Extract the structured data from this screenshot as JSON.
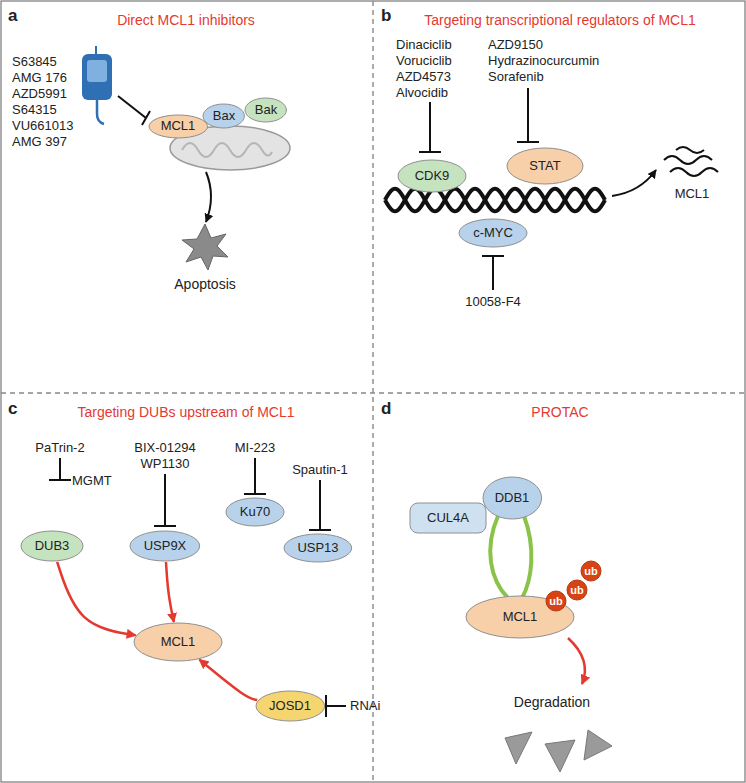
{
  "diagram": {
    "nodes": [
      {
        "text": [
          "MCL1"
        ]
      },
      {
        "text": [
          "Bax"
        ]
      },
      {
        "text": [
          "Bak"
        ]
      },
      {
        "text": [
          "CDK9"
        ]
      },
      {
        "text": [
          "STAT"
        ]
      },
      {
        "text": [
          "c-MYC"
        ]
      },
      {
        "text": [
          "DUB3"
        ]
      },
      {
        "text": [
          "USP9X"
        ]
      },
      {
        "text": [
          "Ku70"
        ]
      },
      {
        "text": [
          "USP13"
        ]
      },
      {
        "text": [
          "MCL1"
        ]
      },
      {
        "text": [
          "JOSD1"
        ]
      },
      {
        "text": [
          "CUL4A"
        ]
      },
      {
        "text": [
          "DDB1"
        ]
      },
      {
        "text": [
          "MCL1"
        ]
      },
      {
        "text": [
          "ub"
        ]
      },
      {
        "text": [
          "ub"
        ]
      },
      {
        "text": [
          "ub"
        ]
      }
    ],
    "edges": [
      {
        "from": 6,
        "to": 10,
        "arrow": "to"
      },
      {
        "from": 7,
        "to": 10,
        "arrow": "to"
      },
      {
        "from": 11,
        "to": 10,
        "arrow": "to"
      }
    ],
    "labels": [
      "a",
      "Direct MCL1 inhibitors",
      "S63845",
      "AMG 176",
      "AZD5991",
      "S64315",
      "VU661013",
      "AMG 397",
      "Apoptosis",
      "b",
      "Targeting transcriptional regulators of MCL1",
      "Dinaciclib",
      "Voruciclib",
      "AZD4573",
      "Alvocidib",
      "AZD9150",
      "Hydrazinocurcumin",
      "Sorafenib",
      "MCL1",
      "10058-F4",
      "c",
      "Targeting DUBs upstream of MCL1",
      "PaTrin-2",
      "MGMT",
      "BIX-01294",
      "WP1130",
      "MI-223",
      "Spautin-1",
      "RNAi",
      "d",
      "PROTAC",
      "Degradation"
    ]
  }
}
